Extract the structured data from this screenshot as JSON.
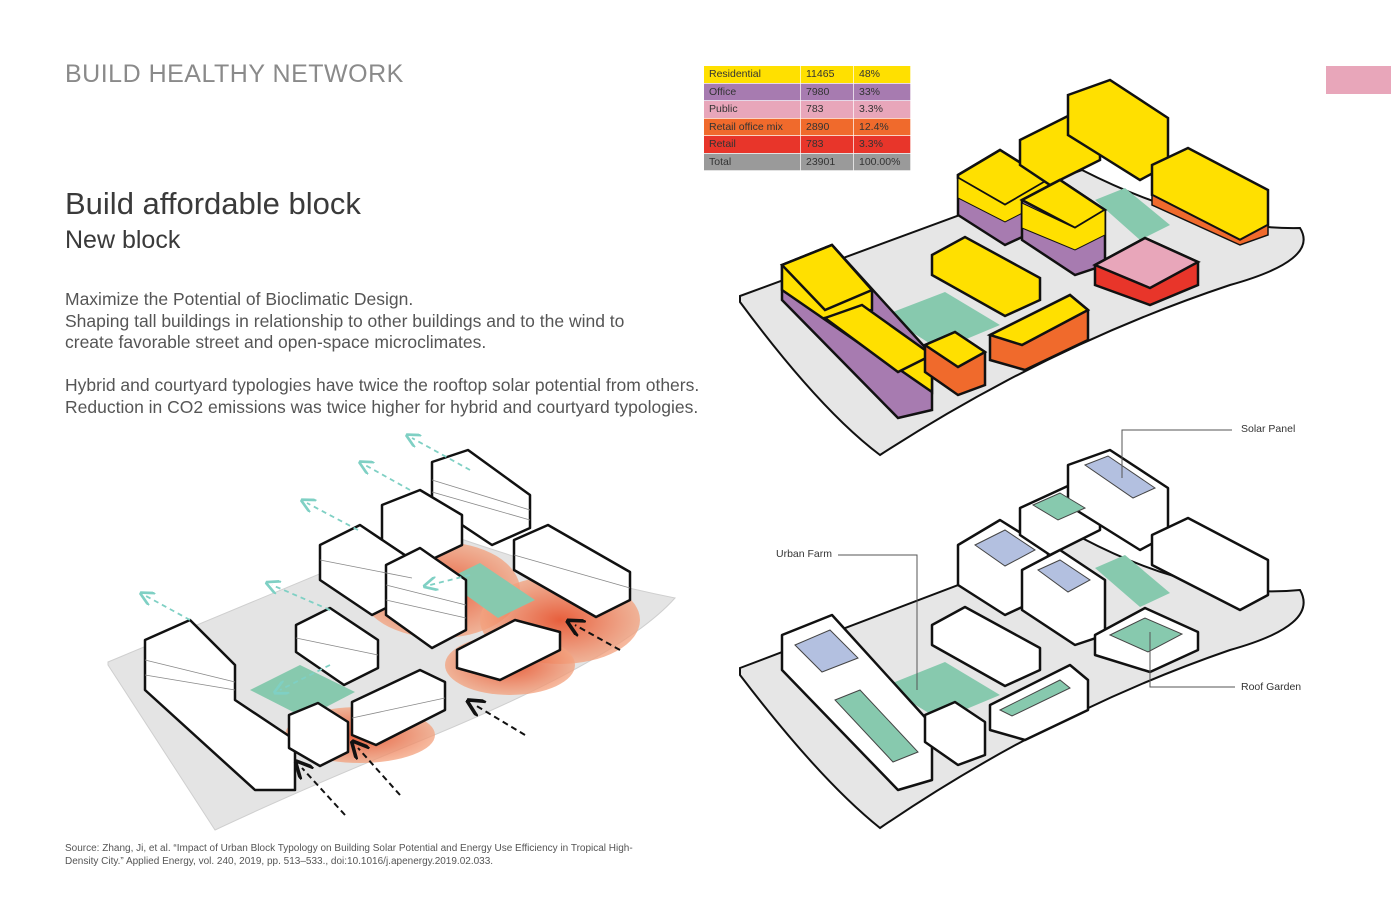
{
  "header": {
    "section_title": "BUILD HEALTHY NETWORK"
  },
  "content": {
    "title": "Build affordable block",
    "subtitle": "New block",
    "paragraph1": [
      "Maximize the Potential of Bioclimatic Design.",
      "Shaping tall buildings in relationship to other buildings and to the wind to",
      "create favorable street and open-space microclimates."
    ],
    "paragraph2": [
      "Hybrid and courtyard typologies have twice the rooftop solar potential from others.",
      "Reduction in CO2 emissions was twice higher for hybrid and courtyard typologies."
    ],
    "source": [
      "Source: Zhang, Ji, et al. “Impact of Urban Block Typology on Building Solar Potential and Energy Use Efficiency in Tropical High-",
      "Density City.” Applied Energy, vol. 240, 2019, pp. 513–533., doi:10.1016/j.apenergy.2019.02.033."
    ]
  },
  "program_table": [
    {
      "use": "Residential",
      "area": "11465",
      "share": "48%",
      "color": "#ffe000"
    },
    {
      "use": "Office",
      "area": "7980",
      "share": "33%",
      "color": "#a77bb0"
    },
    {
      "use": "Public",
      "area": "783",
      "share": "3.3%",
      "color": "#e8a6ba"
    },
    {
      "use": "Retail office mix",
      "area": "2890",
      "share": "12.4%",
      "color": "#f06a2c"
    },
    {
      "use": "Retail",
      "area": "783",
      "share": "3.3%",
      "color": "#e8352a"
    },
    {
      "use": "Total",
      "area": "23901",
      "share": "100.00%",
      "color": "#9a9a9a"
    }
  ],
  "callouts": {
    "solar_panel": "Solar Panel",
    "urban_farm": "Urban Farm",
    "roof_garden": "Roof Garden"
  },
  "colors": {
    "accent_tab": "#e8a6ba",
    "courtyard_green": "#87c9ae",
    "solar_blue": "#b3c0e0",
    "wind_arrow": "#7fd0c4",
    "heat_orange": "#f08a5d"
  }
}
